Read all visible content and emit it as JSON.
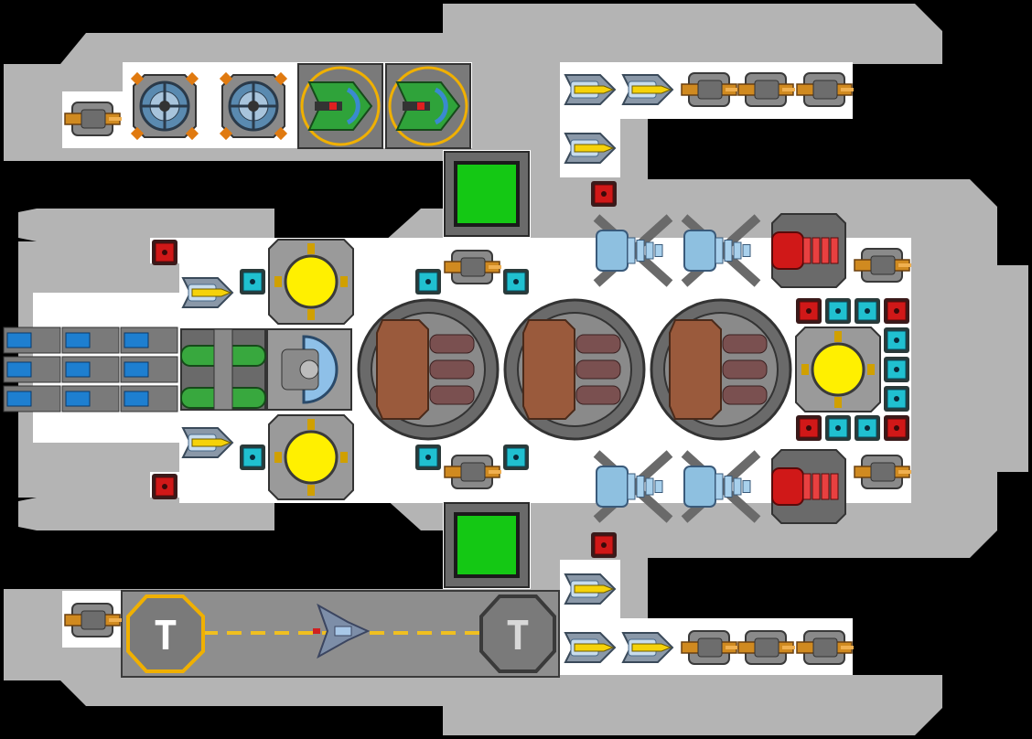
{
  "game": {
    "view": "ship-designer-grid",
    "background_color": "#000000",
    "hull_color": "#b4b4b4",
    "deck_color": "#ffffff"
  },
  "hangar": {
    "start_marker_label": "T",
    "end_marker_label": "T",
    "marker_color": "#f0b000",
    "lane_color": "#f0c020",
    "craft_icon": "small-fighter-icon"
  },
  "component_types": [
    {
      "name": "orange-turret-icon",
      "color": "#d08a20"
    },
    {
      "name": "missile-launcher-icon",
      "color": "#f5d20a"
    },
    {
      "name": "shield-generator-icon",
      "color": "#5a8ab0"
    },
    {
      "name": "green-cannon-icon",
      "color": "#2fa33a"
    },
    {
      "name": "armor-block-icon",
      "color": "#14c814"
    },
    {
      "name": "reactor-icon",
      "color": "#fff000"
    },
    {
      "name": "large-engine-icon",
      "color": "#9a5a3c"
    },
    {
      "name": "thruster-icon",
      "color": "#8ec0e0"
    },
    {
      "name": "red-thruster-icon",
      "color": "#d01818"
    },
    {
      "name": "battery-icon",
      "color": "#1e7fd0"
    },
    {
      "name": "power-node-icon",
      "color": "#20c0d0"
    },
    {
      "name": "red-node-icon",
      "color": "#d01818"
    }
  ]
}
